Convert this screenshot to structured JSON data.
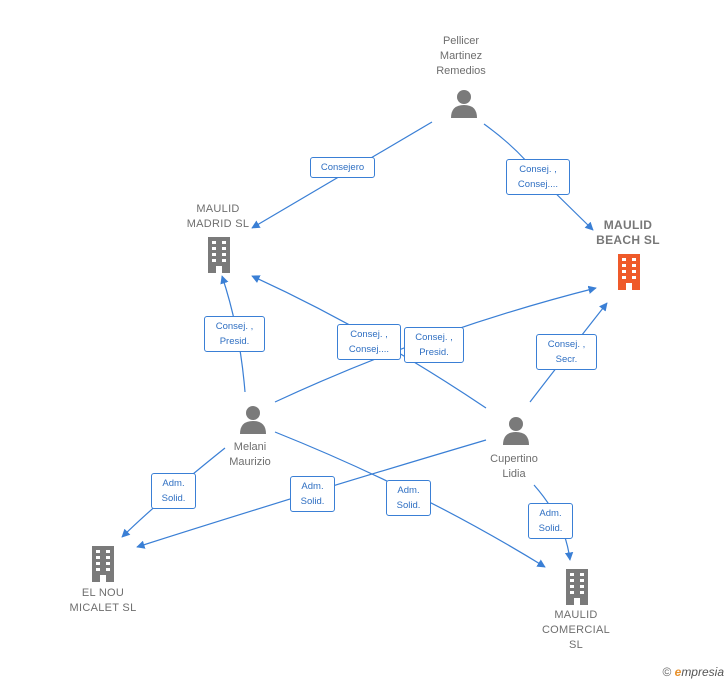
{
  "colors": {
    "edge": "#3a7fd5",
    "person_icon": "#7a7a7a",
    "company_icon": "#7a7a7a",
    "company_highlight": "#ef5a2a",
    "label_text": "#6e6e6e"
  },
  "nodes": {
    "pellicer": {
      "label": "Pellicer\nMartinez\nRemedios",
      "kind": "person"
    },
    "melani": {
      "label": "Melani\nMaurizio",
      "kind": "person"
    },
    "cupertino": {
      "label": "Cupertino\nLidia",
      "kind": "person"
    },
    "maulid_madrid": {
      "label": "MAULID\nMADRID  SL",
      "kind": "company"
    },
    "maulid_beach": {
      "label": "MAULID\nBEACH  SL",
      "kind": "company",
      "highlight": true
    },
    "el_nou": {
      "label": "EL NOU\nMICALET  SL",
      "kind": "company"
    },
    "maulid_comercial": {
      "label": "MAULID\nCOMERCIAL\nSL",
      "kind": "company"
    }
  },
  "edges": {
    "e1": {
      "label": "Consejero"
    },
    "e2": {
      "label": "Consej. ,\nConsej...."
    },
    "e3": {
      "label": "Consej. ,\nPresid."
    },
    "e4": {
      "label": "Consej. ,\nConsej...."
    },
    "e5": {
      "label": "Consej. ,\nPresid."
    },
    "e6": {
      "label": "Consej. ,\nSecr."
    },
    "e7": {
      "label": "Adm.\nSolid."
    },
    "e8": {
      "label": "Adm.\nSolid."
    },
    "e9": {
      "label": "Adm.\nSolid."
    },
    "e10": {
      "label": "Adm.\nSolid."
    }
  },
  "footer": {
    "copyright": "©",
    "brand_e": "e",
    "brand_rest": "mpresia"
  }
}
